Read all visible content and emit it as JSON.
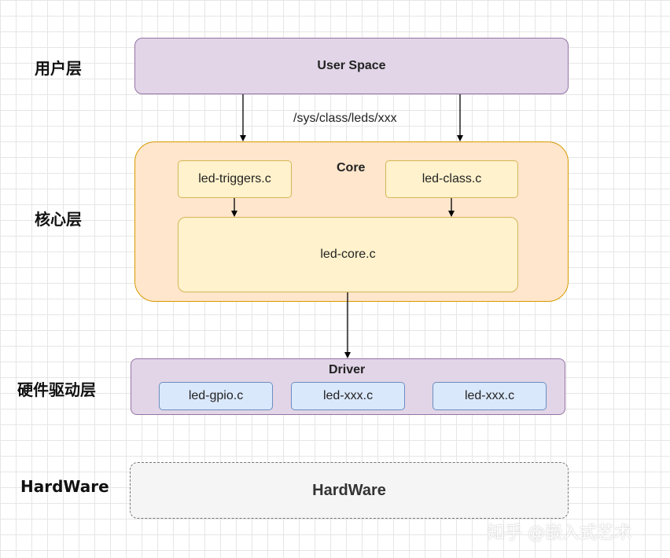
{
  "layers": {
    "user": "用户层",
    "core": "核心层",
    "driver": "硬件驱动层",
    "hardware": "HardWare"
  },
  "user_space": {
    "label": "User Space"
  },
  "sysfs_path": "/sys/class/leds/xxx",
  "core": {
    "label": "Core",
    "triggers": "led-triggers.c",
    "class": "led-class.c",
    "core_file": "led-core.c"
  },
  "driver": {
    "label": "Driver",
    "items": [
      "led-gpio.c",
      "led-xxx.c",
      "led-xxx.c"
    ]
  },
  "hardware_box": {
    "label": "HardWare"
  },
  "watermark": "知乎 @嵌入式艺术",
  "colors": {
    "purple_fill": "#e1d5e7",
    "orange_fill": "#ffe6cc",
    "yellow_fill": "#fff2cc",
    "blue_fill": "#dae8fc",
    "hardware_fill": "#f5f5f5"
  }
}
